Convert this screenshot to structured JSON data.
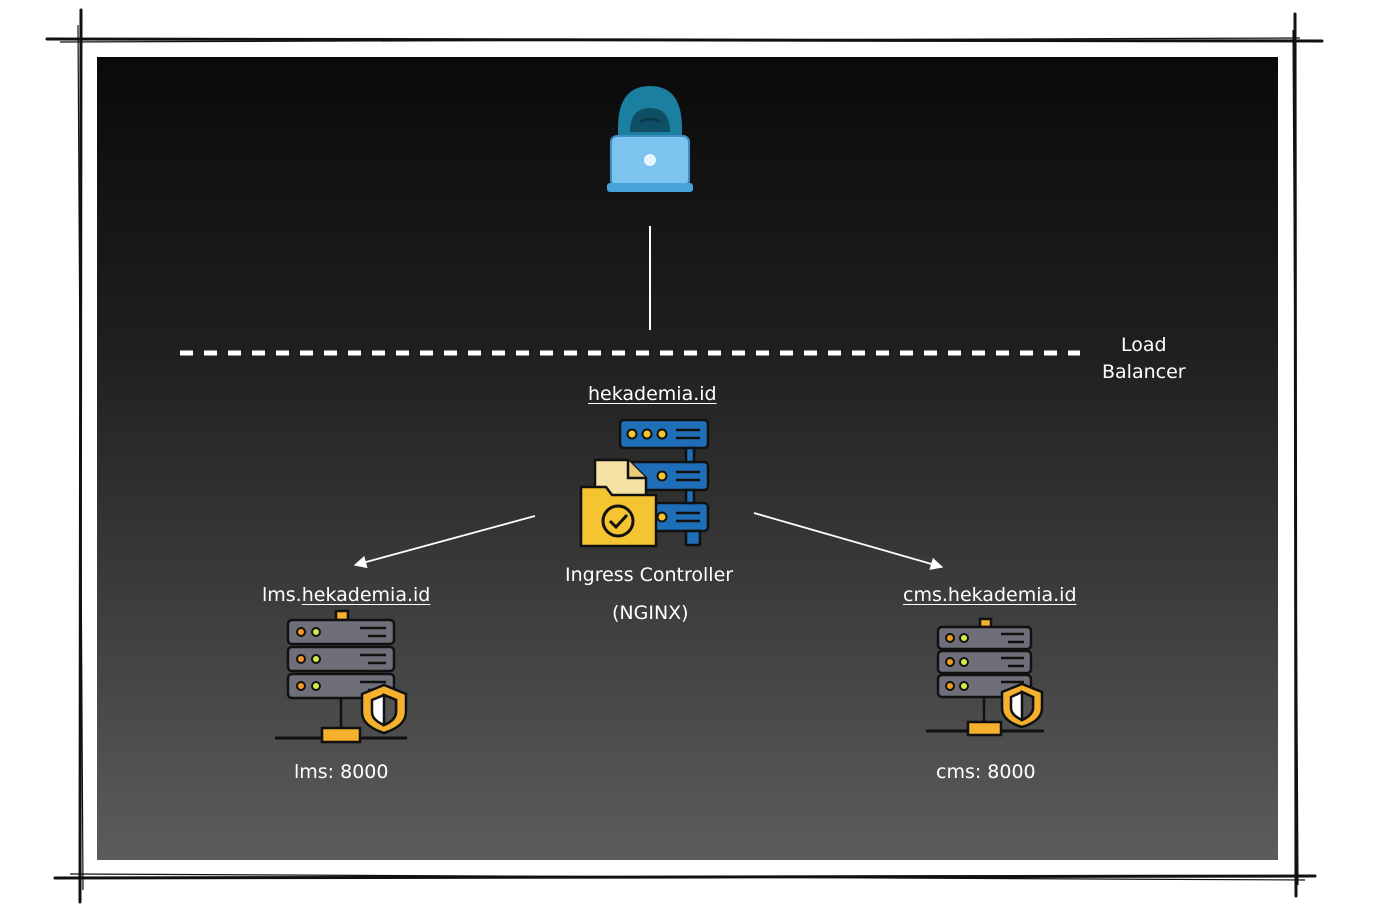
{
  "load_balancer": {
    "line1": "Load",
    "line2": "Balancer"
  },
  "ingress": {
    "host": "hekademia.id",
    "label": "Ingress Controller",
    "sublabel": "(NGINX)"
  },
  "services": {
    "lms": {
      "host_prefix": "lms.",
      "host_domain": "hekademia.id",
      "port_label": "lms: 8000"
    },
    "cms": {
      "host_prefix": "cms.",
      "host_domain": "hekademia.id",
      "port_label": "cms: 8000"
    }
  },
  "colors": {
    "panel_top": "#0a0a0a",
    "panel_bottom": "#5c5c5c",
    "connector": "#ffffff",
    "user_hood": "#1b7fa0",
    "laptop": "#7cc4ee",
    "server_blue": "#1f6fb8",
    "server_gray": "#6f6f7a",
    "folder": "#f5c431",
    "shield": "#f5b02e"
  },
  "icons": {
    "user": "hooded-user-laptop-icon",
    "ingress": "server-folder-check-icon",
    "service": "server-shield-icon"
  }
}
